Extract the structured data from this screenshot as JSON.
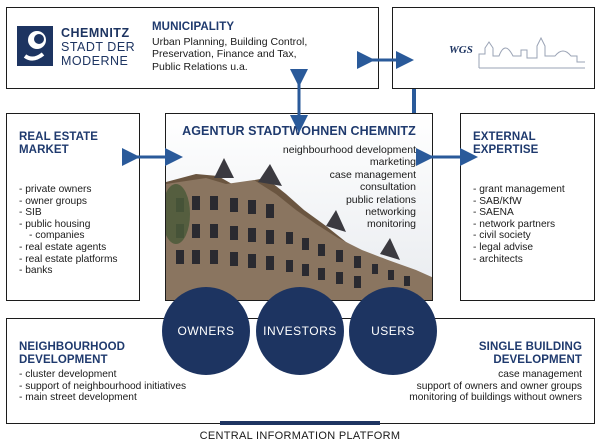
{
  "municipality": {
    "logo_text": [
      "CHEMNITZ",
      "STADT DER",
      "MODERNE"
    ],
    "title": "MUNICIPALITY",
    "lines": [
      "Urban Planning, Building Control,",
      "Preservation, Finance and Tax,",
      "Public Relations u.a."
    ]
  },
  "wgs": {
    "logo_text": "WGS"
  },
  "real_estate": {
    "title_lines": [
      "REAL ESTATE",
      "MARKET"
    ],
    "items": [
      "private owners",
      "owner groups",
      "SIB",
      "public housing",
      "companies",
      "real estate agents",
      "real estate platforms",
      "banks"
    ]
  },
  "agentur": {
    "title": "AGENTUR STADTWOHNEN CHEMNITZ",
    "services": [
      "neighbourhood development",
      "marketing",
      "case management",
      "consultation",
      "public relations",
      "networking",
      "monitoring"
    ]
  },
  "external": {
    "title_lines": [
      "EXTERNAL",
      "EXPERTISE"
    ],
    "items": [
      "grant management",
      "SAB/KfW",
      "SAENA",
      "network partners",
      "civil society",
      "legal advise",
      "architects"
    ]
  },
  "circles": [
    "OWNERS",
    "INVESTORS",
    "USERS"
  ],
  "neighbourhood": {
    "title_lines": [
      "NEIGHBOURHOOD",
      "DEVELOPMENT"
    ],
    "items": [
      "cluster development",
      "support of neighbourhood initiatives",
      "main street development"
    ]
  },
  "single_building": {
    "title_lines": [
      "SINGLE BUILDING",
      "DEVELOPMENT"
    ],
    "items": [
      "case management",
      "support of owners and owner groups",
      "monitoring of buildings without owners"
    ]
  },
  "footer": {
    "label": "CENTRAL INFORMATION PLATFORM"
  },
  "colors": {
    "navy": "#1d3461",
    "accent": "#2a5a9a",
    "title": "#1f3a6e"
  }
}
